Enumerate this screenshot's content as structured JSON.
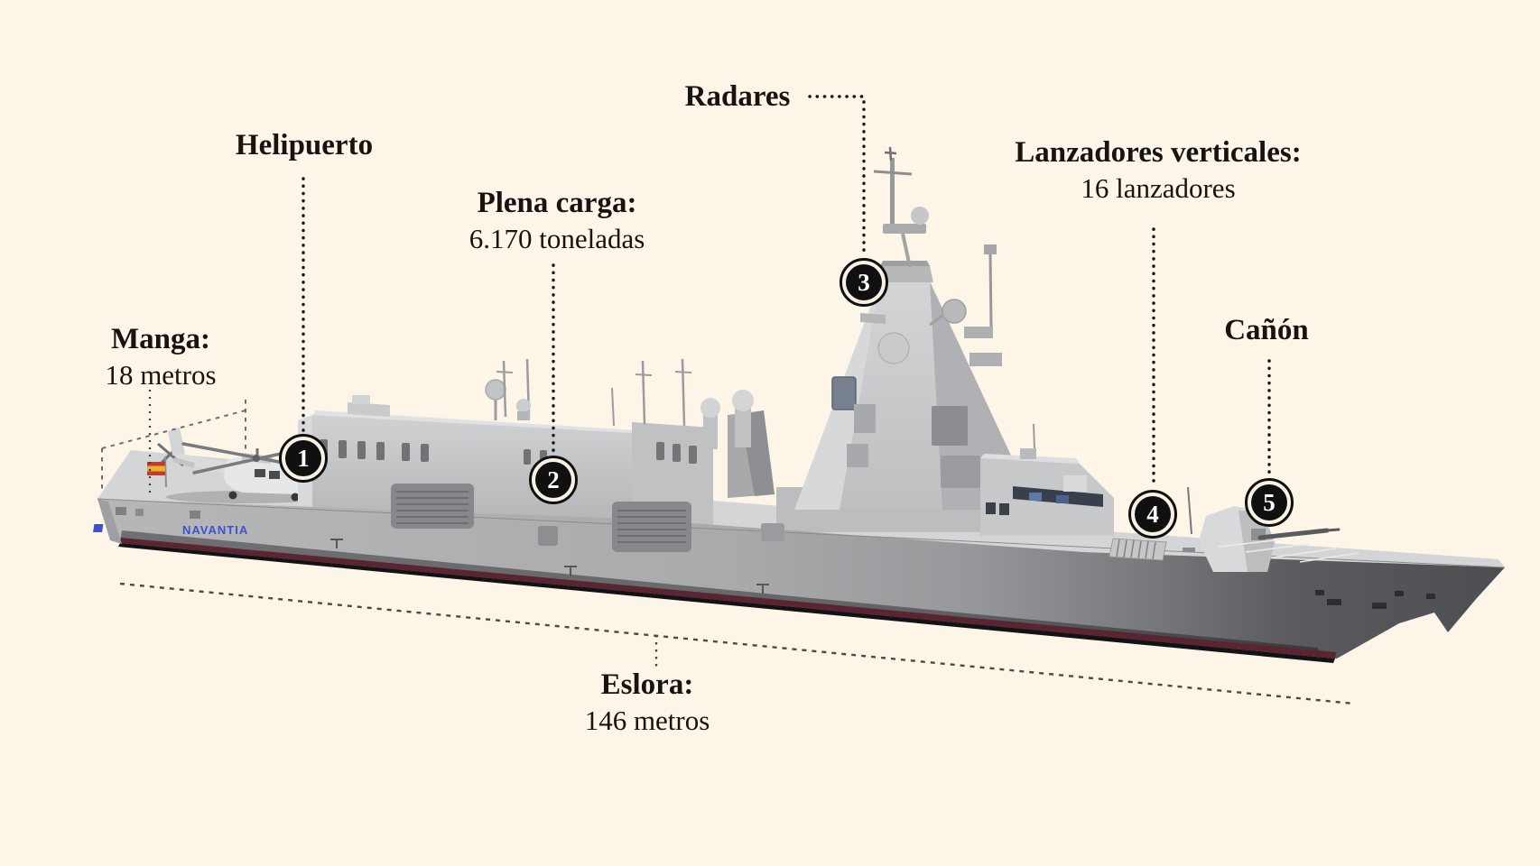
{
  "diagram_subject": "naval-frigate-annotated-diagram",
  "colors": {
    "background": "#fcf5e8",
    "text": "#171310",
    "marker_fill": "#101010",
    "marker_number": "#ffffff",
    "leader_line": "#151515",
    "hull_light_gray": "#b4b5b7",
    "hull_dark_gray": "#4e4f52",
    "waterline_red": "#5a2430",
    "brand_blue": "#3d52c9"
  },
  "labels": {
    "manga": {
      "title": "Manga:",
      "value": "18 metros"
    },
    "helipuerto": {
      "title": "Helipuerto",
      "value": ""
    },
    "plena_carga": {
      "title": "Plena carga:",
      "value": "6.170 toneladas"
    },
    "radares": {
      "title": "Radares",
      "value": ""
    },
    "lanzadores_verticales": {
      "title": "Lanzadores verticales:",
      "value": "16 lanzadores"
    },
    "canon": {
      "title": "Cañón",
      "value": ""
    },
    "eslora": {
      "title": "Eslora:",
      "value": "146 metros"
    }
  },
  "markers": [
    {
      "number": "1",
      "label_ref": "Helipuerto"
    },
    {
      "number": "2",
      "label_ref": "Plena carga"
    },
    {
      "number": "3",
      "label_ref": "Radares"
    },
    {
      "number": "4",
      "label_ref": "Lanzadores verticales"
    },
    {
      "number": "5",
      "label_ref": "Cañón"
    }
  ],
  "ship": {
    "brand": "NAVANTIA"
  }
}
